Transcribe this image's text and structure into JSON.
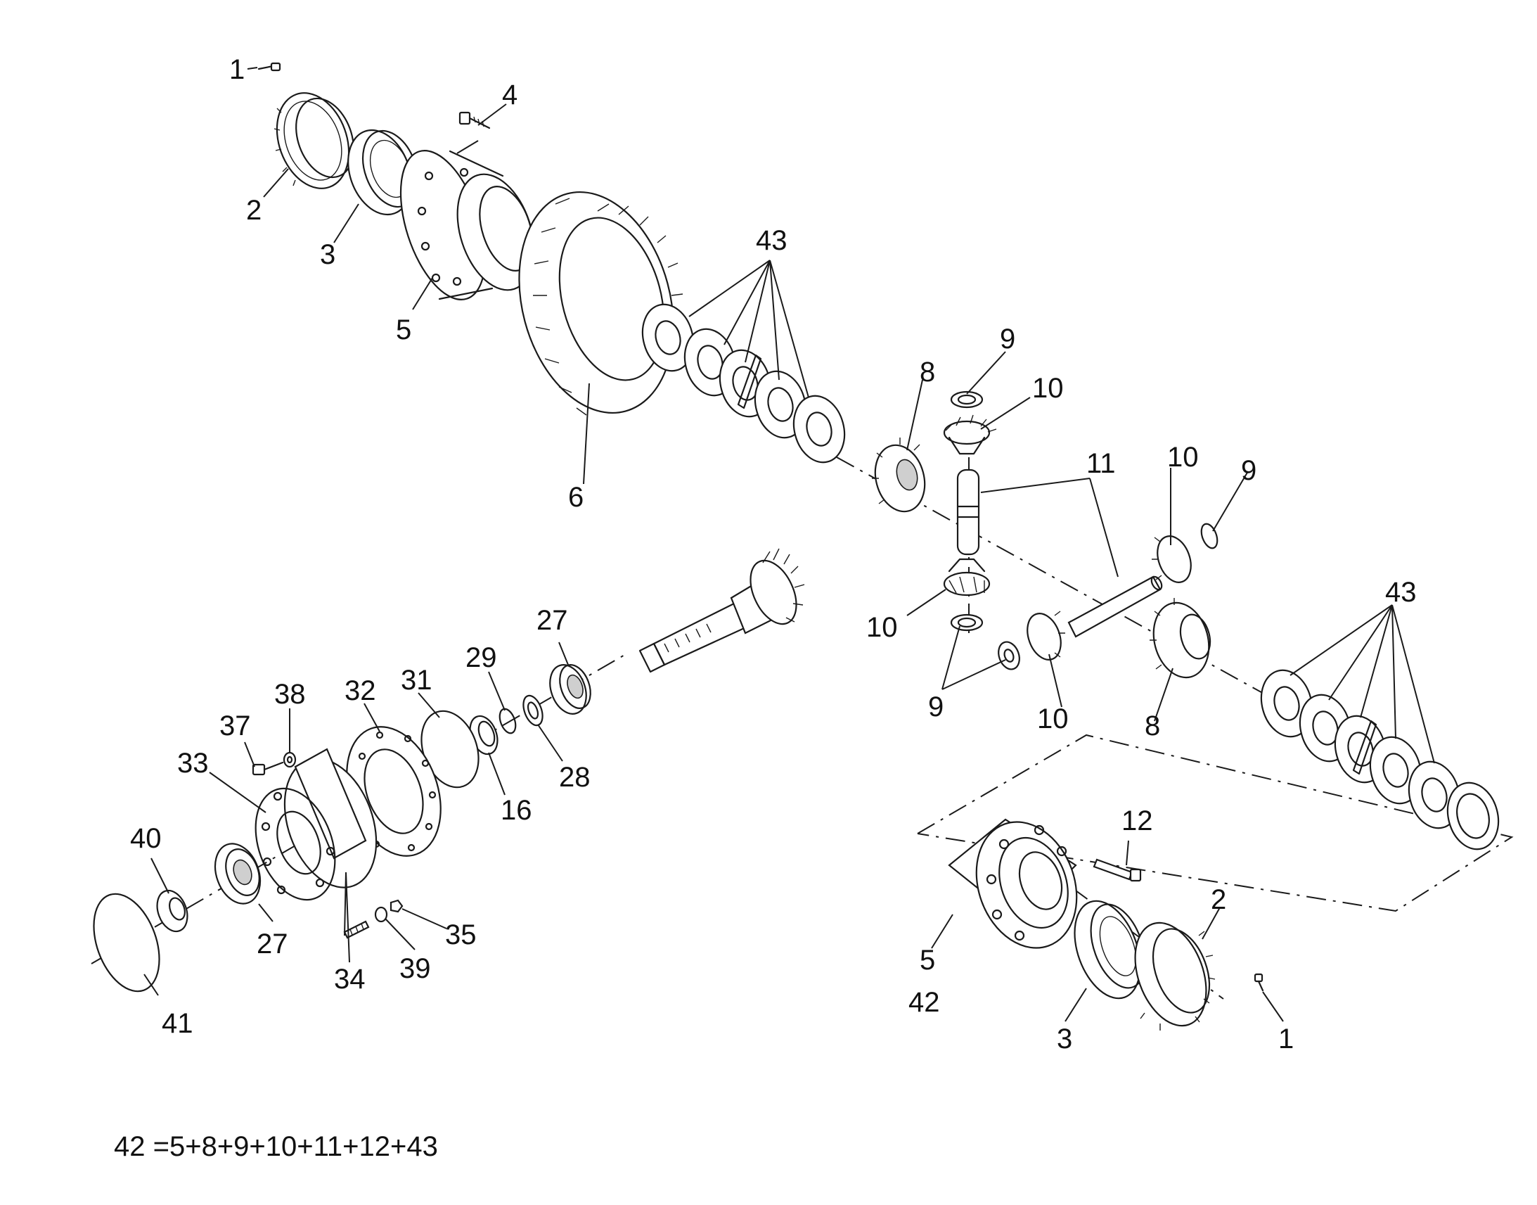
{
  "diagram": {
    "callouts": {
      "c1a": "1",
      "c2a": "2",
      "c3a": "3",
      "c4": "4",
      "c5a": "5",
      "c6": "6",
      "c43a": "43",
      "c8a": "8",
      "c9a": "9",
      "c10a": "10",
      "c11": "11",
      "c10b": "10",
      "c9b": "9",
      "c10c": "10",
      "c9c": "9",
      "c10d": "10",
      "c8b": "8",
      "c43b": "43",
      "c27a": "27",
      "c29": "29",
      "c28": "28",
      "c16": "16",
      "c31": "31",
      "c32": "32",
      "c38": "38",
      "c37": "37",
      "c33": "33",
      "c40": "40",
      "c27b": "27",
      "c41": "41",
      "c34": "34",
      "c39": "39",
      "c35": "35",
      "c12": "12",
      "c2b": "2",
      "c5b": "5",
      "c42": "42",
      "c3b": "3",
      "c1b": "1"
    },
    "footnote": "42 =5+8+9+10+11+12+43"
  }
}
